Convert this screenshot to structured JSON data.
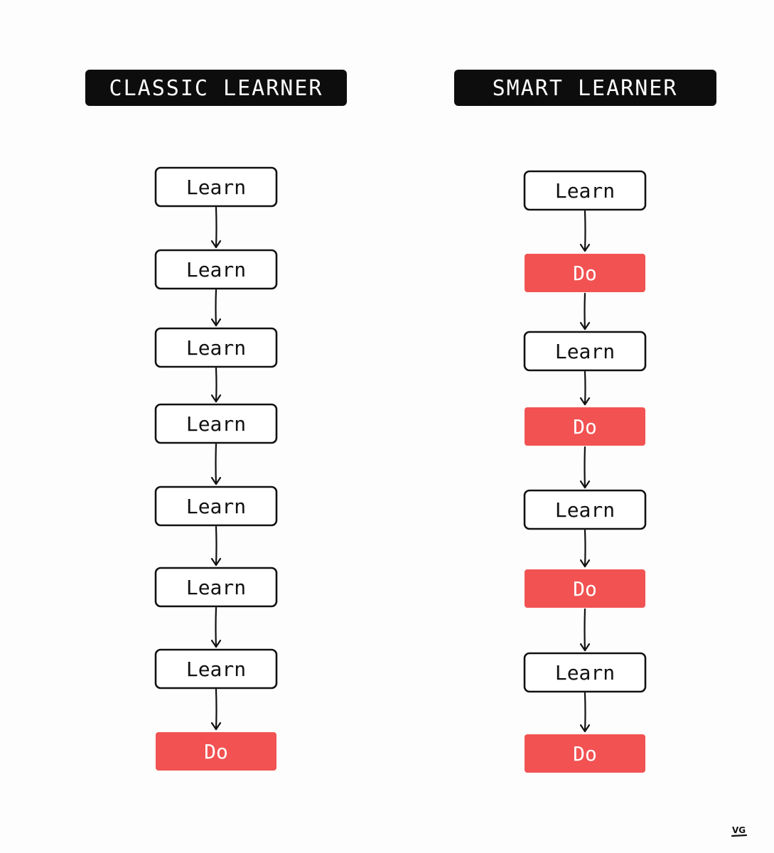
{
  "columns": [
    {
      "title": "CLASSIC LEARNER",
      "nodes": [
        {
          "label": "Learn",
          "kind": "learn"
        },
        {
          "label": "Learn",
          "kind": "learn"
        },
        {
          "label": "Learn",
          "kind": "learn"
        },
        {
          "label": "Learn",
          "kind": "learn"
        },
        {
          "label": "Learn",
          "kind": "learn"
        },
        {
          "label": "Learn",
          "kind": "learn"
        },
        {
          "label": "Learn",
          "kind": "learn"
        },
        {
          "label": "Do",
          "kind": "do"
        }
      ]
    },
    {
      "title": "SMART LEARNER",
      "nodes": [
        {
          "label": "Learn",
          "kind": "learn"
        },
        {
          "label": "Do",
          "kind": "do"
        },
        {
          "label": "Learn",
          "kind": "learn"
        },
        {
          "label": "Do",
          "kind": "do"
        },
        {
          "label": "Learn",
          "kind": "learn"
        },
        {
          "label": "Do",
          "kind": "do"
        },
        {
          "label": "Learn",
          "kind": "learn"
        },
        {
          "label": "Do",
          "kind": "do"
        }
      ]
    }
  ],
  "signature": "VG",
  "colors": {
    "do_fill": "#f25252",
    "title_fill": "#0d0d0d",
    "stroke": "#111111"
  }
}
